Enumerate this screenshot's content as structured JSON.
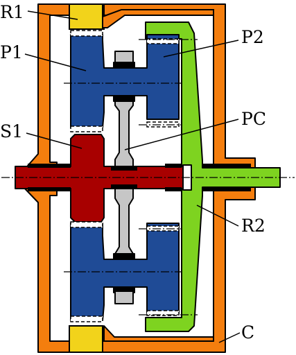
{
  "labels": {
    "r1": "R1",
    "p1": "P1",
    "s1": "S1",
    "p2": "P2",
    "pc": "PC",
    "r2": "R2",
    "c": "C"
  },
  "colors": {
    "casing": "#F47E0E",
    "ring1": "#F2D31B",
    "planet": "#1F4B96",
    "sun": "#A80000",
    "carrier": "#C6C6C6",
    "ring2": "#7ED320",
    "outline": "#000000",
    "bearing": "#ffffff"
  }
}
